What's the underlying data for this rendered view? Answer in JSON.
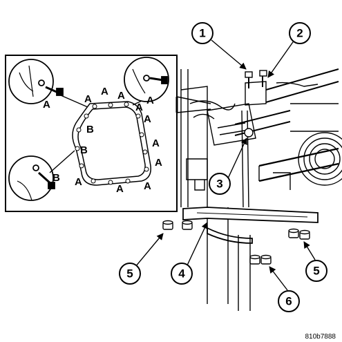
{
  "inset": {
    "label_a": "A",
    "label_b": "B"
  },
  "callouts": [
    "1",
    "2",
    "3",
    "4",
    "5",
    "5",
    "6"
  ],
  "figure_ref": "810b7888"
}
